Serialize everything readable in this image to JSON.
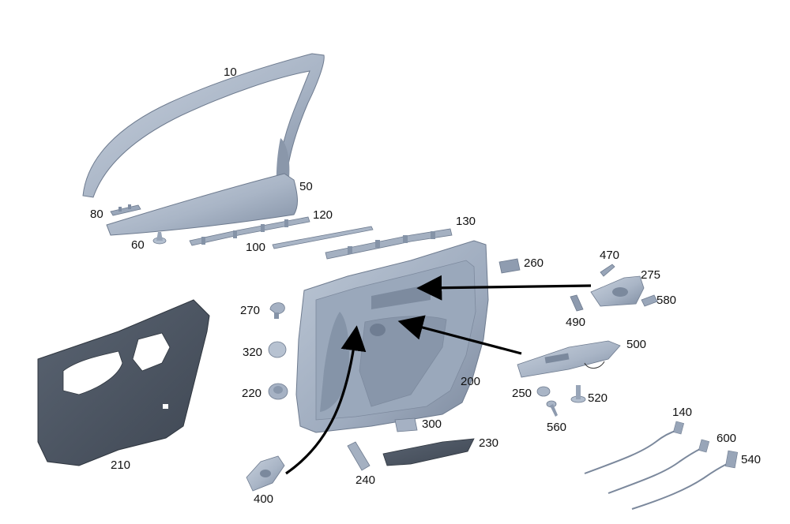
{
  "colors": {
    "part_fill": "#aab6c6",
    "part_shade": "#8795a8",
    "part_light": "#c7d0dc",
    "panel_dark": "#4a5360",
    "arrow": "#000000",
    "label": "#111111"
  },
  "callouts": [
    {
      "id": "10",
      "text": "10",
      "part": "window-frame-trim"
    },
    {
      "id": "50",
      "text": "50",
      "part": "mirror-triangle-trim"
    },
    {
      "id": "80",
      "text": "80",
      "part": "clip-strip"
    },
    {
      "id": "60",
      "text": "60",
      "part": "push-clip"
    },
    {
      "id": "120",
      "text": "120",
      "part": "upper-rail"
    },
    {
      "id": "100",
      "text": "100",
      "part": "weather-strip"
    },
    {
      "id": "130",
      "text": "130",
      "part": "top-bracket-rail"
    },
    {
      "id": "260",
      "text": "260",
      "part": "small-switch-block"
    },
    {
      "id": "470",
      "text": "470",
      "part": "cable-lever"
    },
    {
      "id": "275",
      "text": "275",
      "part": "handle-housing"
    },
    {
      "id": "580",
      "text": "580",
      "part": "small-clip"
    },
    {
      "id": "490",
      "text": "490",
      "part": "bracket"
    },
    {
      "id": "270",
      "text": "270",
      "part": "rivet-clip"
    },
    {
      "id": "320",
      "text": "320",
      "part": "round-plug"
    },
    {
      "id": "220",
      "text": "220",
      "part": "grommet"
    },
    {
      "id": "200",
      "text": "200",
      "part": "door-trim-panel"
    },
    {
      "id": "500",
      "text": "500",
      "part": "window-switch-panel"
    },
    {
      "id": "250",
      "text": "250",
      "part": "cap"
    },
    {
      "id": "520",
      "text": "520",
      "part": "expansion-rivet"
    },
    {
      "id": "560",
      "text": "560",
      "part": "screw"
    },
    {
      "id": "210",
      "text": "210",
      "part": "insulation-sheet"
    },
    {
      "id": "300",
      "text": "300",
      "part": "reflector"
    },
    {
      "id": "230",
      "text": "230",
      "part": "map-pocket-cover"
    },
    {
      "id": "240",
      "text": "240",
      "part": "tweeter-cover"
    },
    {
      "id": "400",
      "text": "400",
      "part": "inner-handle"
    },
    {
      "id": "140",
      "text": "140",
      "part": "cable-a"
    },
    {
      "id": "600",
      "text": "600",
      "part": "cable-b"
    },
    {
      "id": "540",
      "text": "540",
      "part": "cable-c"
    }
  ]
}
